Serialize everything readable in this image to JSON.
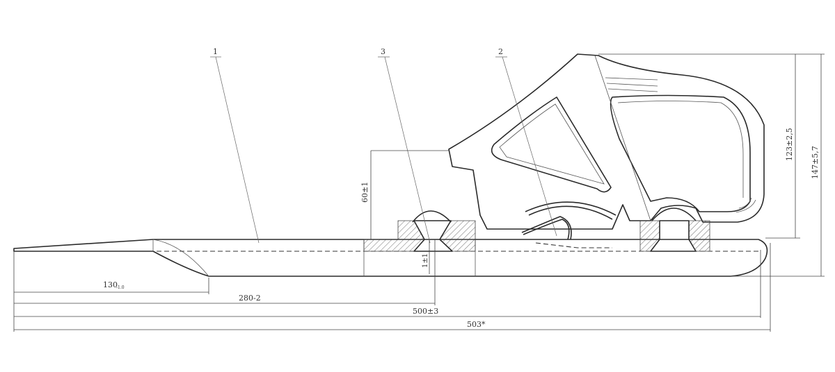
{
  "callouts": {
    "part_1": "1",
    "part_2": "2",
    "part_3": "3"
  },
  "dimensions": {
    "tip_length": "130",
    "tip_length_tol": "-1.0",
    "bolt_position": "280-2",
    "overall_inner": "500±3",
    "overall_total": "503*",
    "step_height": "60±1",
    "bolt_offset": "1±1",
    "frame_height": "123±2,5",
    "total_height": "147±5,7"
  },
  "colors": {
    "line": "#2a2a2a",
    "background": "#ffffff"
  }
}
